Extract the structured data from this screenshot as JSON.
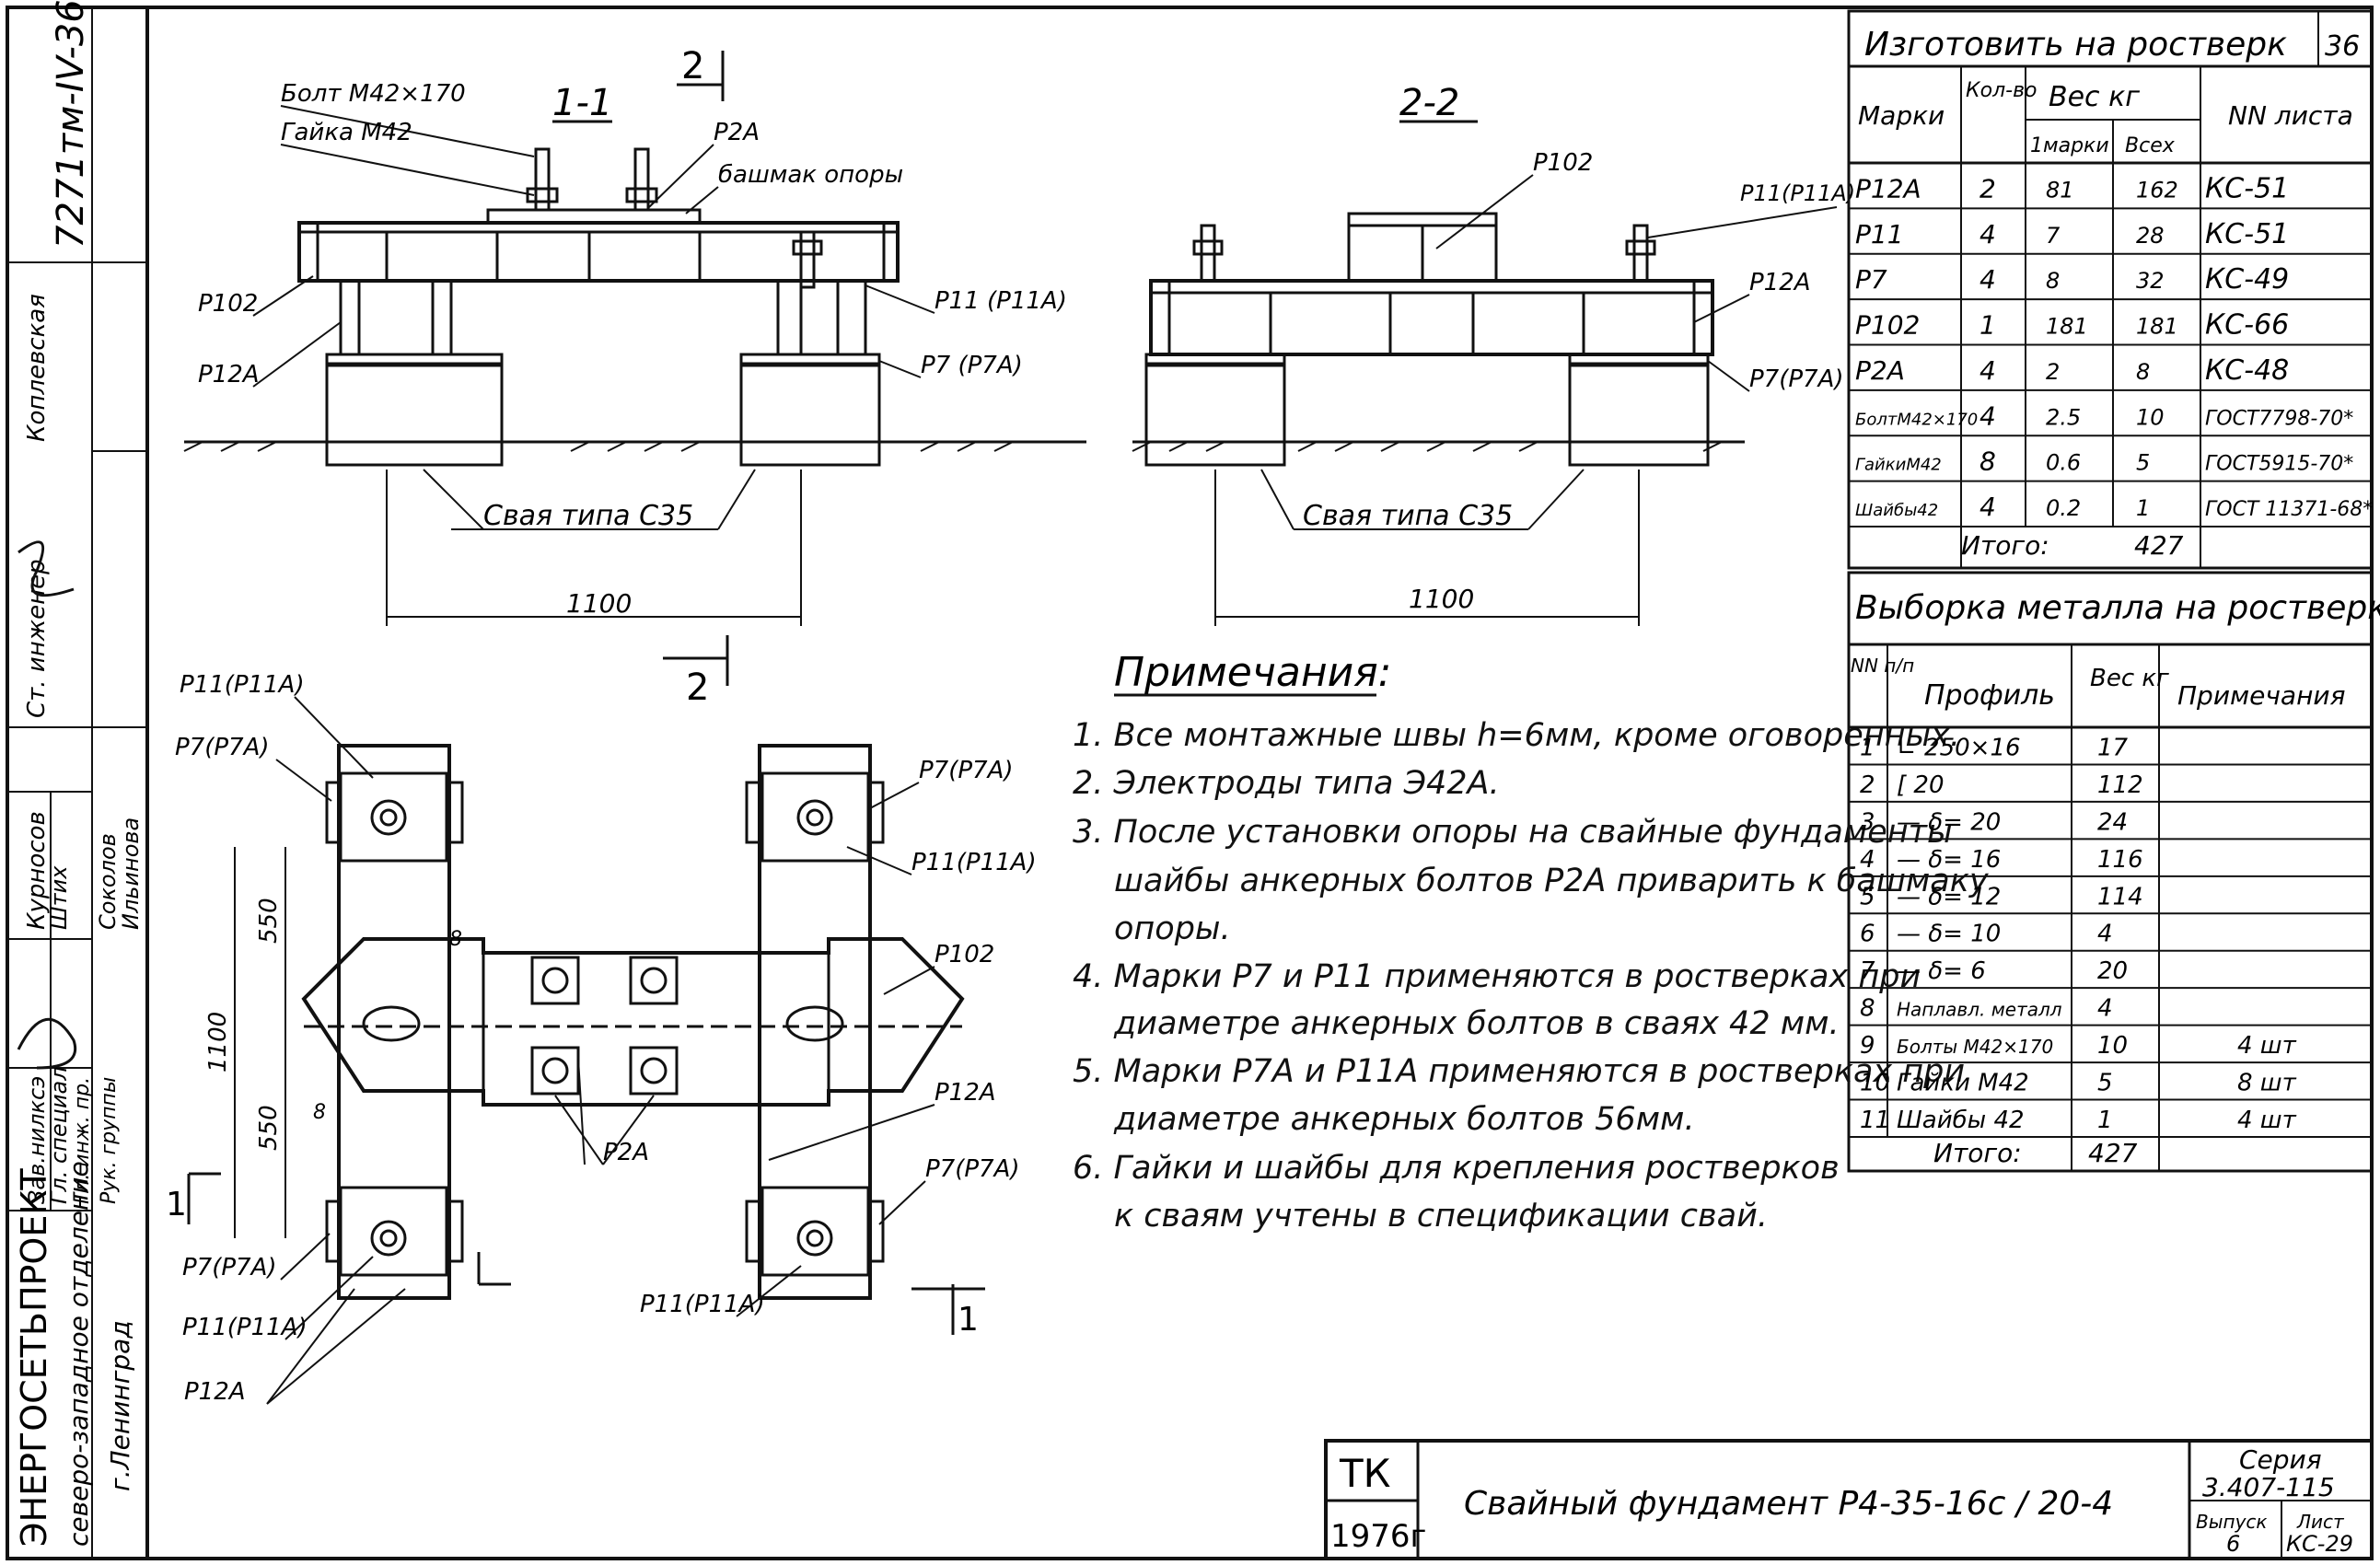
{
  "side_stamp": {
    "org": "ЭНЕРГОСЕТЬПРОЕКТ",
    "dept": "северо-западное отделение",
    "city": "г.Ленинград",
    "doc_no": "7271тм-IV-36",
    "roles": [
      "Зав.нилксэ",
      "Гл. специал",
      "Гл. инж. пр.",
      "Рук. группы",
      "Ст. инженер"
    ],
    "names": [
      "Курносов",
      "Штих",
      "Соколов",
      "Ильинова",
      "Коплевская"
    ]
  },
  "views": {
    "section_1": "1-1",
    "section_2": "2-2",
    "cut_mark": "2",
    "cut_mark_b": "1"
  },
  "callouts_11": {
    "bolt": "Болт М42×170",
    "nut": "Гайка М42",
    "p2a": "Р2А",
    "shoe": "башмак опоры",
    "p102": "Р102",
    "p12a": "Р12А",
    "p11": "Р11 (Р11А)",
    "p7": "Р7 (Р7А)",
    "pile": "Свая типа С35",
    "dim": "1100"
  },
  "callouts_22": {
    "p102": "Р102",
    "p11": "Р11(Р11А)",
    "p12a": "Р12А",
    "p7": "Р7(Р7А)",
    "pile": "Свая типа С35",
    "dim": "1100"
  },
  "plan_labels": {
    "p11_tl": "Р11(Р11А)",
    "p7_tl": "Р7(Р7А)",
    "p7_tr": "Р7(Р7А)",
    "p11_tr": "Р11(Р11А)",
    "p102": "Р102",
    "p12a_r": "Р12А",
    "p7_r": "Р7(Р7А)",
    "p2a": "Р2А",
    "p11_br": "Р11(Р11А)",
    "p7_bl": "Р7(Р7А)",
    "p11_bl": "Р11(Р11А)",
    "p12a_bl": "Р12А",
    "dim_550a": "550",
    "dim_550b": "550",
    "dim_1100": "1100",
    "weld_8a": "8",
    "weld_8b": "8"
  },
  "notes": {
    "title": "Примечания:",
    "items": [
      "1. Все монтажные швы h=6мм, кроме оговоренных.",
      "2. Электроды типа Э42А.",
      "3. После установки опоры на свайные фундаменты",
      "шайбы анкерных болтов Р2А приварить к башмаку",
      "опоры.",
      "4. Марки Р7 и Р11 применяются в ростверках при",
      "диаметре анкерных болтов в сваях 42 мм.",
      "5. Марки Р7А и Р11А применяются в ростверках при",
      "диаметре анкерных болтов 56мм.",
      "6. Гайки и шайбы для крепления ростверков",
      "к сваям учтены в спецификации свай."
    ]
  },
  "table1": {
    "title": "Изготовить на ростверк",
    "sheet": "36",
    "headers": [
      "Марки",
      "Кол-во",
      "Вес кг",
      "1марки",
      "Всех",
      "NN листа"
    ],
    "rows": [
      [
        "Р12А",
        "2",
        "81",
        "162",
        "КС-51"
      ],
      [
        "Р11",
        "4",
        "7",
        "28",
        "КС-51"
      ],
      [
        "Р7",
        "4",
        "8",
        "32",
        "КС-49"
      ],
      [
        "Р102",
        "1",
        "181",
        "181",
        "КС-66"
      ],
      [
        "Р2А",
        "4",
        "2",
        "8",
        "КС-48"
      ],
      [
        "БолтМ42×170",
        "4",
        "2.5",
        "10",
        "ГОСТ7798-70*"
      ],
      [
        "ГайкиМ42",
        "8",
        "0.6",
        "5",
        "ГОСТ5915-70*"
      ],
      [
        "Шайбы42",
        "4",
        "0.2",
        "1",
        "ГОСТ 11371-68*"
      ]
    ],
    "total_label": "Итого:",
    "total": "427"
  },
  "table2": {
    "title": "Выборка металла на ростверк",
    "headers": [
      "NN п/п",
      "Профиль",
      "Вес кг",
      "Примечания"
    ],
    "rows": [
      [
        "1",
        "∟ 250×16",
        "17",
        ""
      ],
      [
        "2",
        "[ 20",
        "112",
        ""
      ],
      [
        "3",
        "— δ= 20",
        "24",
        ""
      ],
      [
        "4",
        "— δ= 16",
        "116",
        ""
      ],
      [
        "5",
        "— δ= 12",
        "114",
        ""
      ],
      [
        "6",
        "— δ= 10",
        "4",
        ""
      ],
      [
        "7",
        "— δ= 6",
        "20",
        ""
      ],
      [
        "8",
        "Наплавл. металл",
        "4",
        ""
      ],
      [
        "9",
        "Болты М42×170",
        "10",
        "4 шт"
      ],
      [
        "10",
        "Гайки М42",
        "5",
        "8 шт"
      ],
      [
        "11",
        "Шайбы 42",
        "1",
        "4 шт"
      ]
    ],
    "total_label": "Итого:",
    "total": "427"
  },
  "title_block": {
    "tk": "ТК",
    "year": "1976г",
    "title": "Свайный фундамент   Р4-35-16с / 20-4",
    "series_label": "Серия",
    "series": "3.407-115",
    "issue_label": "Выпуск",
    "issue": "6",
    "sheet_label": "Лист",
    "sheet": "КС-29"
  }
}
